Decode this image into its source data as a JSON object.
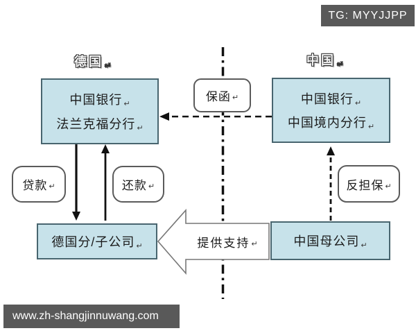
{
  "badge": {
    "text": "TG: MYYJJPP"
  },
  "regions": {
    "left": "德国",
    "right": "中国"
  },
  "nodes": {
    "bank_de": {
      "line1": "中国银行",
      "line2": "法兰克福分行"
    },
    "bank_cn": {
      "line1": "中国银行",
      "line2": "中国境内分行"
    },
    "subsidiary": {
      "label": "德国分/子公司"
    },
    "parent": {
      "label": "中国母公司"
    }
  },
  "labels": {
    "guarantee": "保函",
    "loan": "贷款",
    "repayment": "还款",
    "counter_guarantee": "反担保",
    "support": "提供支持"
  },
  "marks": {
    "return": "↵"
  },
  "footer": {
    "url": "www.zh-shangjinnuwang.com"
  },
  "colors": {
    "node_fill": "#c7e2ea",
    "node_border": "#48656f",
    "banner_bg": "#595959",
    "banner_text": "#ffffff",
    "line_color": "#111111"
  }
}
